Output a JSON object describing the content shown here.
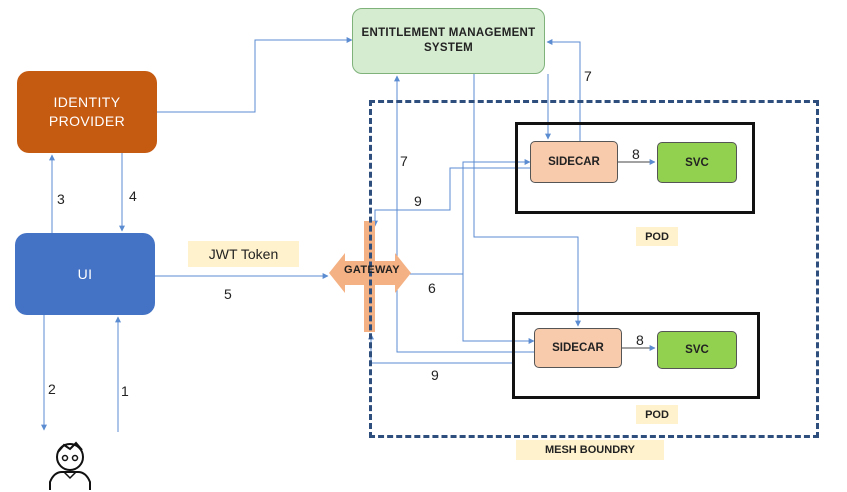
{
  "diagram": {
    "nodes": {
      "entitlement_management_system": "ENTITLEMENT MANAGEMENT SYSTEM",
      "identity_provider": "IDENTITY PROVIDER",
      "ui": "UI",
      "gateway": "GATEWAY",
      "sidecar_1": "SIDECAR",
      "svc_1": "SVC",
      "sidecar_2": "SIDECAR",
      "svc_2": "SVC"
    },
    "tags": {
      "pod_1": "POD",
      "pod_2": "POD",
      "mesh_boundary": "MESH BOUNDRY",
      "jwt_token": "JWT Token"
    },
    "edge_labels": {
      "ui_to_idp": "3",
      "idp_to_ui": "4",
      "ui_to_gateway": "5",
      "gateway_to_sidecars": "6",
      "sidecar1_to_ems": "7",
      "sidecar2_to_ems": "7",
      "sidecar1_to_svc1": "8",
      "sidecar2_to_svc2": "8",
      "sidecar1_to_gateway": "9",
      "sidecar2_to_gateway": "9",
      "ui_to_user": "2",
      "user_to_ui": "1"
    },
    "colors": {
      "ems": "#d5ecd0",
      "identity_provider": "#c55a11",
      "ui": "#4472c4",
      "gateway": "#f4b183",
      "sidecar": "#f8cbad",
      "svc": "#92d050",
      "mesh_border": "#2e4e7e",
      "tag": "#fff2cc",
      "connector": "#5b8bd0"
    }
  }
}
